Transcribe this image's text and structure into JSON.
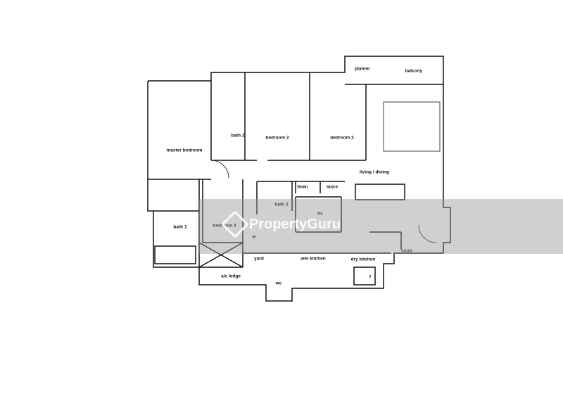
{
  "rooms": {
    "planter": "planter",
    "balcony": "balcony",
    "master_bedroom": "master bedroom",
    "bath_2": "bath 2",
    "bedroom_2": "bedroom 2",
    "bedroom_3": "bedroom 3",
    "living_dining": "living / dining",
    "linen": "linen",
    "store_1": "store",
    "bath_3": "bath 3",
    "hs": "hs",
    "bath_1": "bath 1",
    "bedroom_4": "bedroom 4",
    "w": "w",
    "yard": "yard",
    "wet_kitchen": "wet kitchen",
    "dry_kitchen": "dry kitchen",
    "store_2": "store",
    "ac_ledge": "a/c ledge",
    "wc": "wc",
    "f": "f"
  },
  "watermark": "PropertyGuru"
}
